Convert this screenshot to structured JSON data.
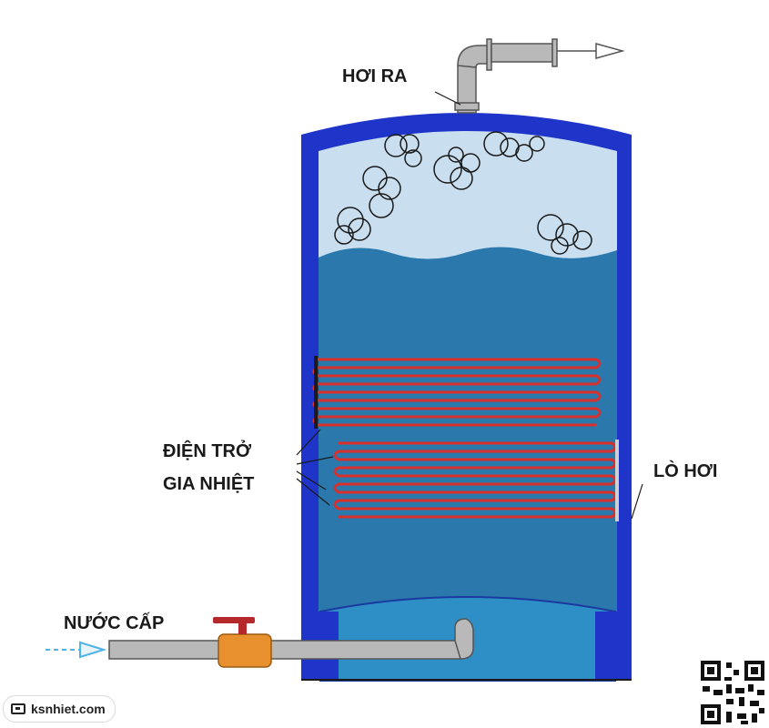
{
  "labels": {
    "steam_out": "HƠI RA",
    "heater_line1": "ĐIỆN TRỞ",
    "heater_line2": "GIA NHIỆT",
    "boiler": "LÒ HƠI",
    "feed_water": "NƯỚC CẤP"
  },
  "credit": {
    "text": "ksnhiet.com",
    "icon": "camera-icon"
  },
  "colors": {
    "shell": "#1f35c9",
    "water": "#2b78ad",
    "steam_space": "#c9dff0",
    "heater_coil": "#d9302c",
    "pipe": "#b9b9b9",
    "valve_body": "#e8902e",
    "valve_handle": "#b5282c",
    "arrow": "#4fb3e8"
  }
}
